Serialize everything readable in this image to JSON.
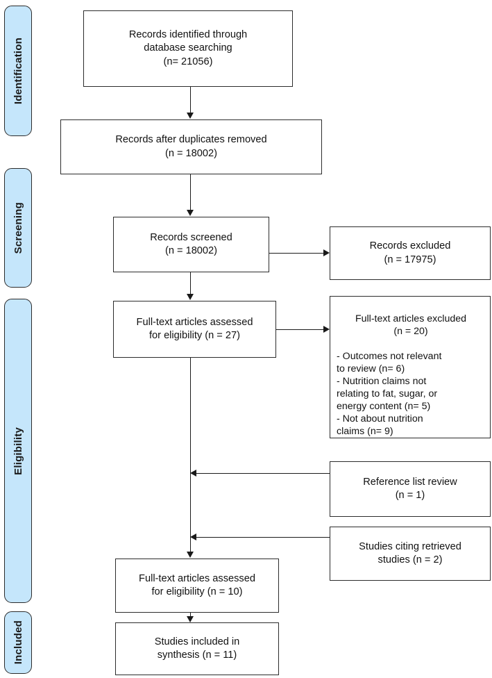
{
  "diagram": {
    "title": "PRISMA study selection flow diagram",
    "accent_color": "#c5e6fb",
    "line_color": "#1a1a1a",
    "border_color": "#2b2b2b"
  },
  "stages": [
    {
      "id": "identification",
      "label": "Identification"
    },
    {
      "id": "screening",
      "label": "Screening"
    },
    {
      "id": "eligibility",
      "label": "Eligibility"
    },
    {
      "id": "included",
      "label": "Included"
    }
  ],
  "boxes": {
    "records_identified": {
      "text": "Records identified through\ndatabase searching\n(n= 21056)",
      "n": 21056
    },
    "records_after_duplicates": {
      "text": "Records after duplicates removed\n(n = 18002)",
      "n": 18002
    },
    "records_screened": {
      "text": "Records screened\n(n = 18002)",
      "n": 18002
    },
    "records_excluded": {
      "text": "Records excluded\n(n = 17975)",
      "n": 17975
    },
    "fulltext_assessed_1": {
      "text": "Full-text articles assessed\nfor eligibility (n = 27)",
      "n": 27
    },
    "fulltext_excluded": {
      "heading": "Full-text articles excluded\n(n = 20)",
      "reasons": " - Outcomes not relevant\nto review (n= 6)\n - Nutrition claims not\nrelating to fat, sugar, or\nenergy content (n= 5)\n - Not about nutrition\nclaims (n= 9)",
      "n": 20,
      "breakdown": [
        {
          "reason": "Outcomes not relevant to review",
          "n": 6
        },
        {
          "reason": "Nutrition claims not relating to fat, sugar, or energy content",
          "n": 5
        },
        {
          "reason": "Not about nutrition claims",
          "n": 9
        }
      ]
    },
    "reference_list_review": {
      "text": "Reference list review\n(n = 1)",
      "n": 1
    },
    "studies_citing_retrieved": {
      "text": "Studies citing retrieved\nstudies (n = 2)",
      "n": 2
    },
    "fulltext_assessed_2": {
      "text": "Full-text articles assessed\nfor eligibility (n = 10)",
      "n": 10
    },
    "studies_included": {
      "text": "Studies included in\nsynthesis (n = 11)",
      "n": 11
    }
  }
}
